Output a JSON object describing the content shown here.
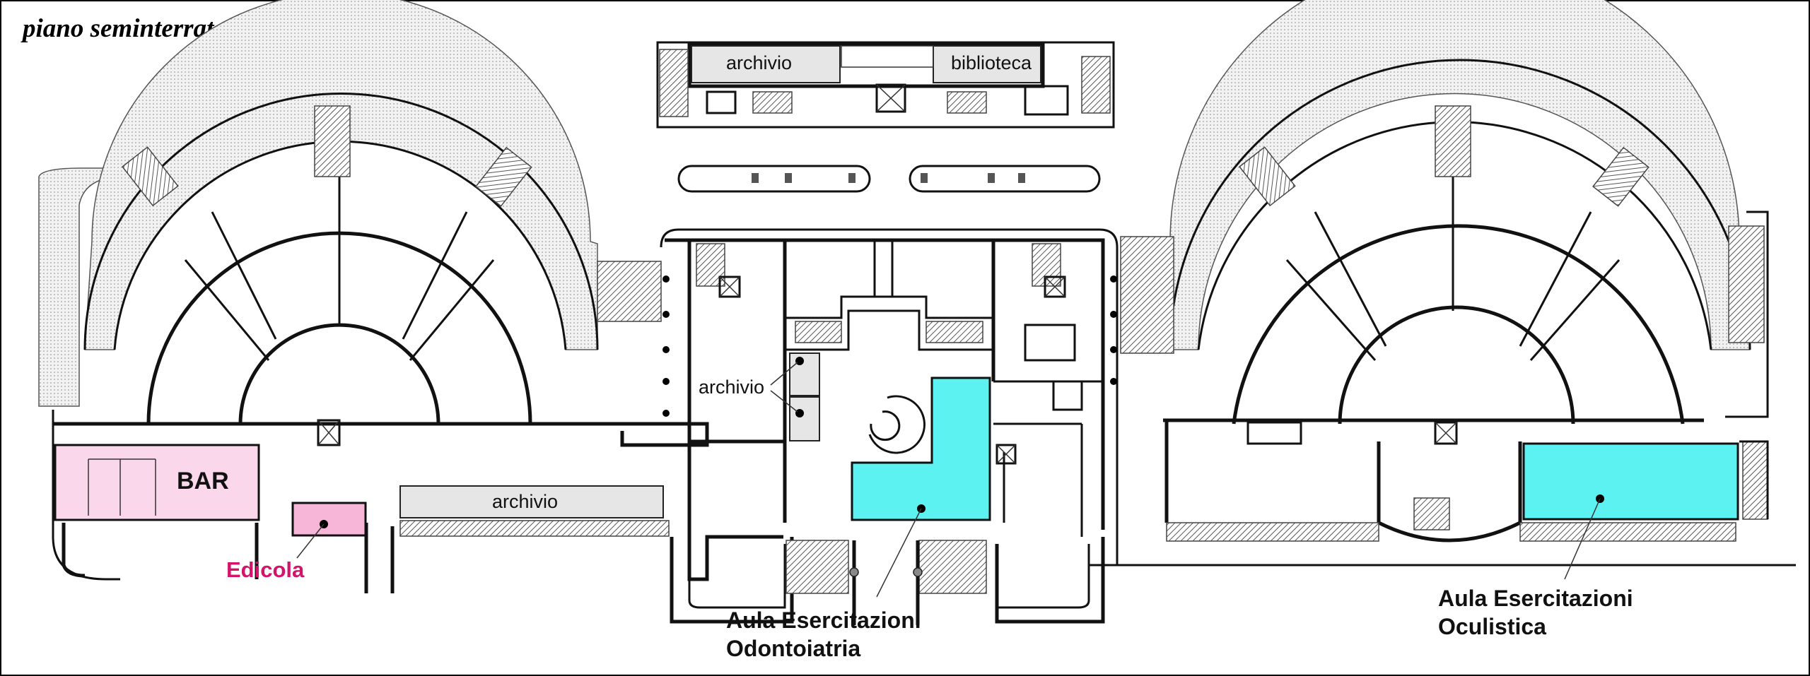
{
  "title": "piano seminterrato",
  "labels": {
    "archivio_top": "archivio",
    "biblioteca": "biblioteca",
    "archivio_center": "archivio",
    "archivio_corridor": "archivio",
    "bar": "BAR",
    "edicola": "Edicola",
    "aula_odontoiatria_line1": "Aula Esercitazioni",
    "aula_odontoiatria_line2": "Odontoiatria",
    "aula_oculistica_line1": "Aula Esercitazioni",
    "aula_oculistica_line2": "Oculistica"
  },
  "colors": {
    "bar_fill": "#fbd7ec",
    "edicola_fill": "#f7b6d8",
    "aula_fill": "#5cf2f2",
    "archivio_fill": "#e3e3e3",
    "pink_text": "#d4146b"
  }
}
